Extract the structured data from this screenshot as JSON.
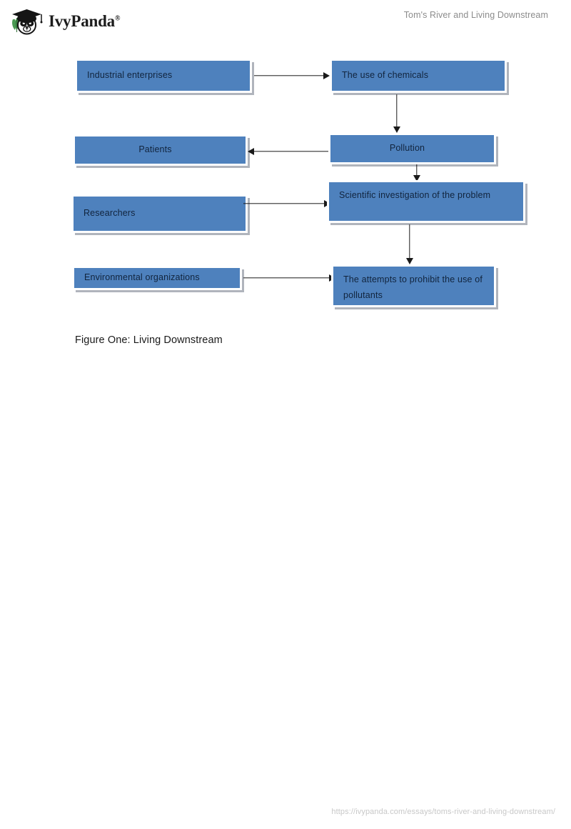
{
  "header": {
    "brand_name": "IvyPanda",
    "brand_registered": "®",
    "logo_icon": "panda-graduate-logo",
    "document_title": "Tom's River and Living Downstream"
  },
  "figure": {
    "caption": "Figure One: Living Downstream",
    "nodes": [
      {
        "id": "industrial-enterprises",
        "label": "Industrial enterprises"
      },
      {
        "id": "use-of-chemicals",
        "label": "The use of chemicals"
      },
      {
        "id": "patients",
        "label": "Patients"
      },
      {
        "id": "pollution",
        "label": "Pollution"
      },
      {
        "id": "researchers",
        "label": "Researchers"
      },
      {
        "id": "scientific-investigation",
        "label": "Scientific investigation of the problem"
      },
      {
        "id": "environmental-organizations",
        "label": "Environmental organizations"
      },
      {
        "id": "attempts-to-prohibit",
        "label": "The attempts to prohibit the use of pollutants"
      }
    ],
    "edges": [
      {
        "from": "industrial-enterprises",
        "to": "use-of-chemicals",
        "direction": "right"
      },
      {
        "from": "use-of-chemicals",
        "to": "pollution",
        "direction": "down"
      },
      {
        "from": "pollution",
        "to": "patients",
        "direction": "left"
      },
      {
        "from": "pollution",
        "to": "scientific-investigation",
        "direction": "down"
      },
      {
        "from": "researchers",
        "to": "scientific-investigation",
        "direction": "right"
      },
      {
        "from": "scientific-investigation",
        "to": "attempts-to-prohibit",
        "direction": "down"
      },
      {
        "from": "environmental-organizations",
        "to": "attempts-to-prohibit",
        "direction": "right"
      }
    ],
    "colors": {
      "node_fill": "#4e81bd",
      "node_border": "#ffffff",
      "node_shadow": "#969ba5",
      "node_text": "#11243d",
      "arrow": "#1a1a1a"
    }
  },
  "footer": {
    "url": "https://ivypanda.com/essays/toms-river-and-living-downstream/"
  }
}
